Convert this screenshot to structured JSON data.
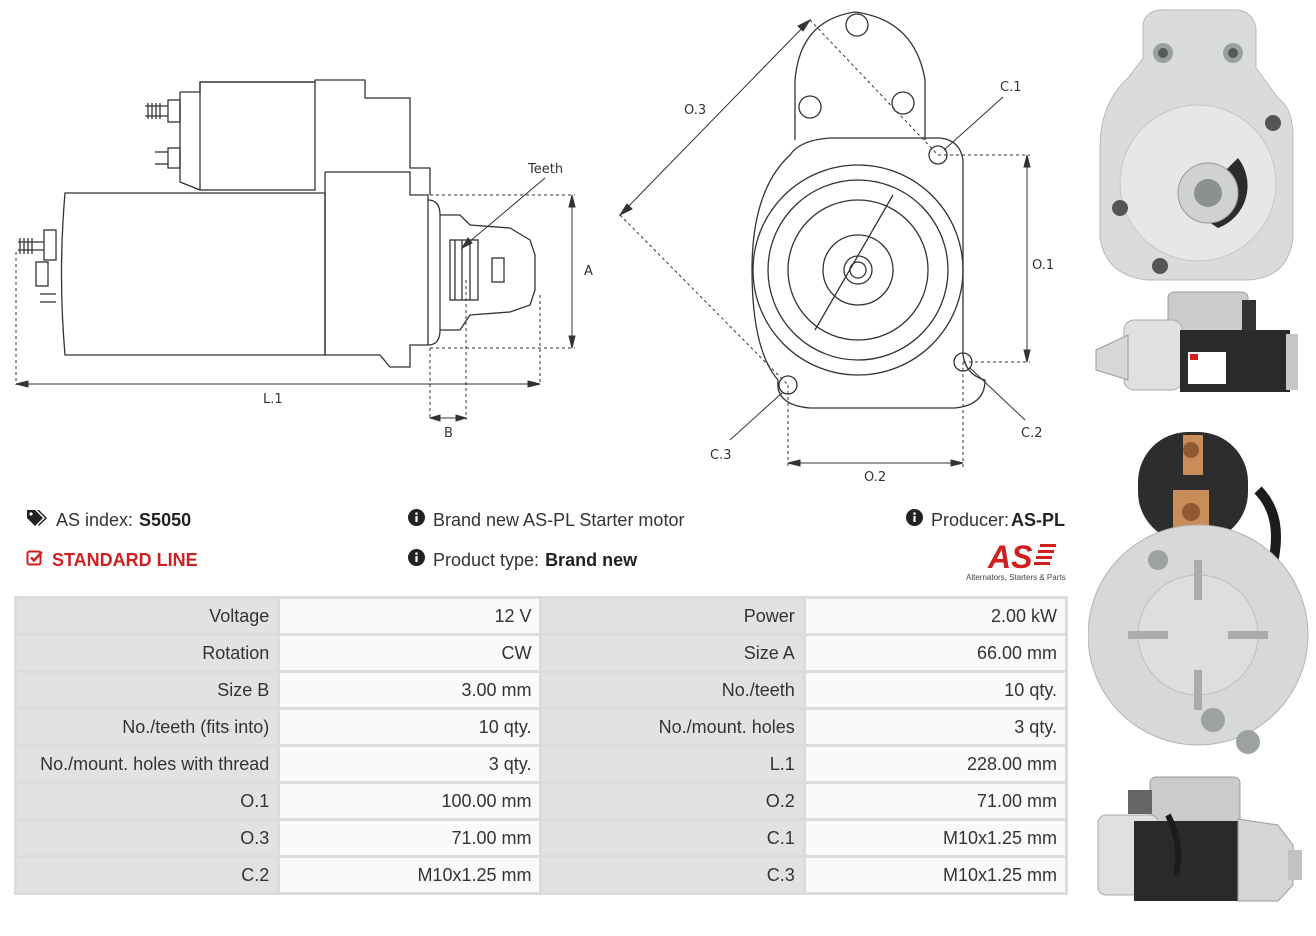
{
  "drawing": {
    "side_labels": {
      "teeth": "Teeth",
      "a": "A",
      "l1": "L.1",
      "b": "B"
    },
    "front_labels": {
      "o3": "O.3",
      "c1": "C.1",
      "o1": "O.1",
      "c2": "C.2",
      "c3": "C.3",
      "o2": "O.2"
    }
  },
  "info": {
    "as_index_label": "AS index:",
    "as_index_value": "S5050",
    "description": "Brand new AS-PL Starter motor",
    "producer_label": "Producer:",
    "producer_value": "AS-PL",
    "standard_line": "STANDARD LINE",
    "product_type_label": "Product type:",
    "product_type_value": "Brand new"
  },
  "logo": {
    "mark": "AS",
    "tagline": "Alternators, Starters & Parts"
  },
  "specs": [
    {
      "l1": "Voltage",
      "v1": "12 V",
      "l2": "Power",
      "v2": "2.00 kW"
    },
    {
      "l1": "Rotation",
      "v1": "CW",
      "l2": "Size A",
      "v2": "66.00 mm"
    },
    {
      "l1": "Size B",
      "v1": "3.00 mm",
      "l2": "No./teeth",
      "v2": "10 qty."
    },
    {
      "l1": "No./teeth (fits into)",
      "v1": "10 qty.",
      "l2": "No./mount. holes",
      "v2": "3 qty."
    },
    {
      "l1": "No./mount. holes with thread",
      "v1": "3 qty.",
      "l2": "L.1",
      "v2": "228.00 mm"
    },
    {
      "l1": "O.1",
      "v1": "100.00 mm",
      "l2": "O.2",
      "v2": "71.00 mm"
    },
    {
      "l1": "O.3",
      "v1": "71.00 mm",
      "l2": "C.1",
      "v2": "M10x1.25 mm"
    },
    {
      "l1": "C.2",
      "v1": "M10x1.25 mm",
      "l2": "C.3",
      "v2": "M10x1.25 mm"
    }
  ],
  "colors": {
    "accent_red": "#d11f1f",
    "label_cell": "#e2e2e2",
    "value_cell": "#fafafa",
    "grid": "#dcdcdc"
  }
}
